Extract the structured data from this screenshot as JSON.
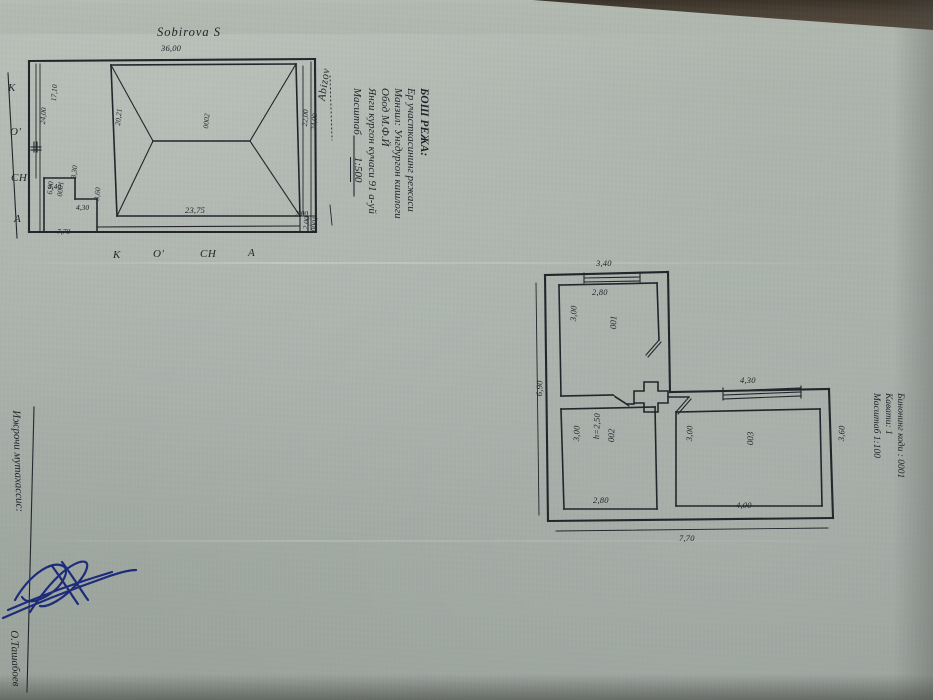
{
  "document": {
    "type": "architectural-drawing-scan",
    "language": "uz-Cyrl"
  },
  "site_plan": {
    "street_top_label": "Sobirova S",
    "street_right_label": "Abizov",
    "street_left_label": [
      "K",
      "O'",
      "CH",
      "A"
    ],
    "street_bottom_label": [
      "K",
      "O'",
      "CH",
      "A"
    ],
    "plot_width_top": "36,00",
    "plot_right_inner": "22,00",
    "plot_right_outer": "24,00",
    "plot_left_upper": "17,10",
    "plot_left_total": "24,00",
    "building_code_left": "0001",
    "building_left_seg": "3,40",
    "building_left_seg2": "3,30",
    "building_left_height": "6,90",
    "building_mid_seg": "4,30",
    "building_mid_seg2": "3,60",
    "building_bottom": "7,70",
    "roof_left": "20,21",
    "roof_bottom": "23,75",
    "roof_code": "0002",
    "corner_dim_a": "2,00",
    "corner_dim_b": "2,00",
    "corner_dim_c": "0001"
  },
  "title_block": {
    "line1": "БОШ РЕЖА:",
    "line2": "Ер участкасининг режаси",
    "line3": "Манзил: Унгдургон кишлоги",
    "line4": "Обод М.Ф.Й",
    "line5": "Янги кургон кучаси 91 а-уй",
    "line6_label": "Масштаб",
    "line6_value": "1:500"
  },
  "floor_plan": {
    "rooms": [
      {
        "code": "001",
        "top": "2,80",
        "left": "3,00",
        "window": "3,40"
      },
      {
        "code": "002",
        "height_note": "h=2,50",
        "left": "3,00",
        "bottom": "2,80"
      },
      {
        "code": "003",
        "left": "3,00",
        "bottom": "4,00",
        "right": "3,60",
        "window": "4,30"
      }
    ],
    "overall_height": "6,90",
    "overall_width": "7,70"
  },
  "floor_plan_legend": {
    "line1": "Бинонинг коди : 0001",
    "line2": "Кавати: 1",
    "line3": "Масштаб 1:100"
  },
  "signature_block": {
    "role": "Ижрочи мутахассис:",
    "name": "О.Ташабоев"
  },
  "colors": {
    "paper": "#aeb6ae",
    "ink": "#22242a",
    "pen": "#1b2a7a",
    "desk": "#473d31"
  }
}
